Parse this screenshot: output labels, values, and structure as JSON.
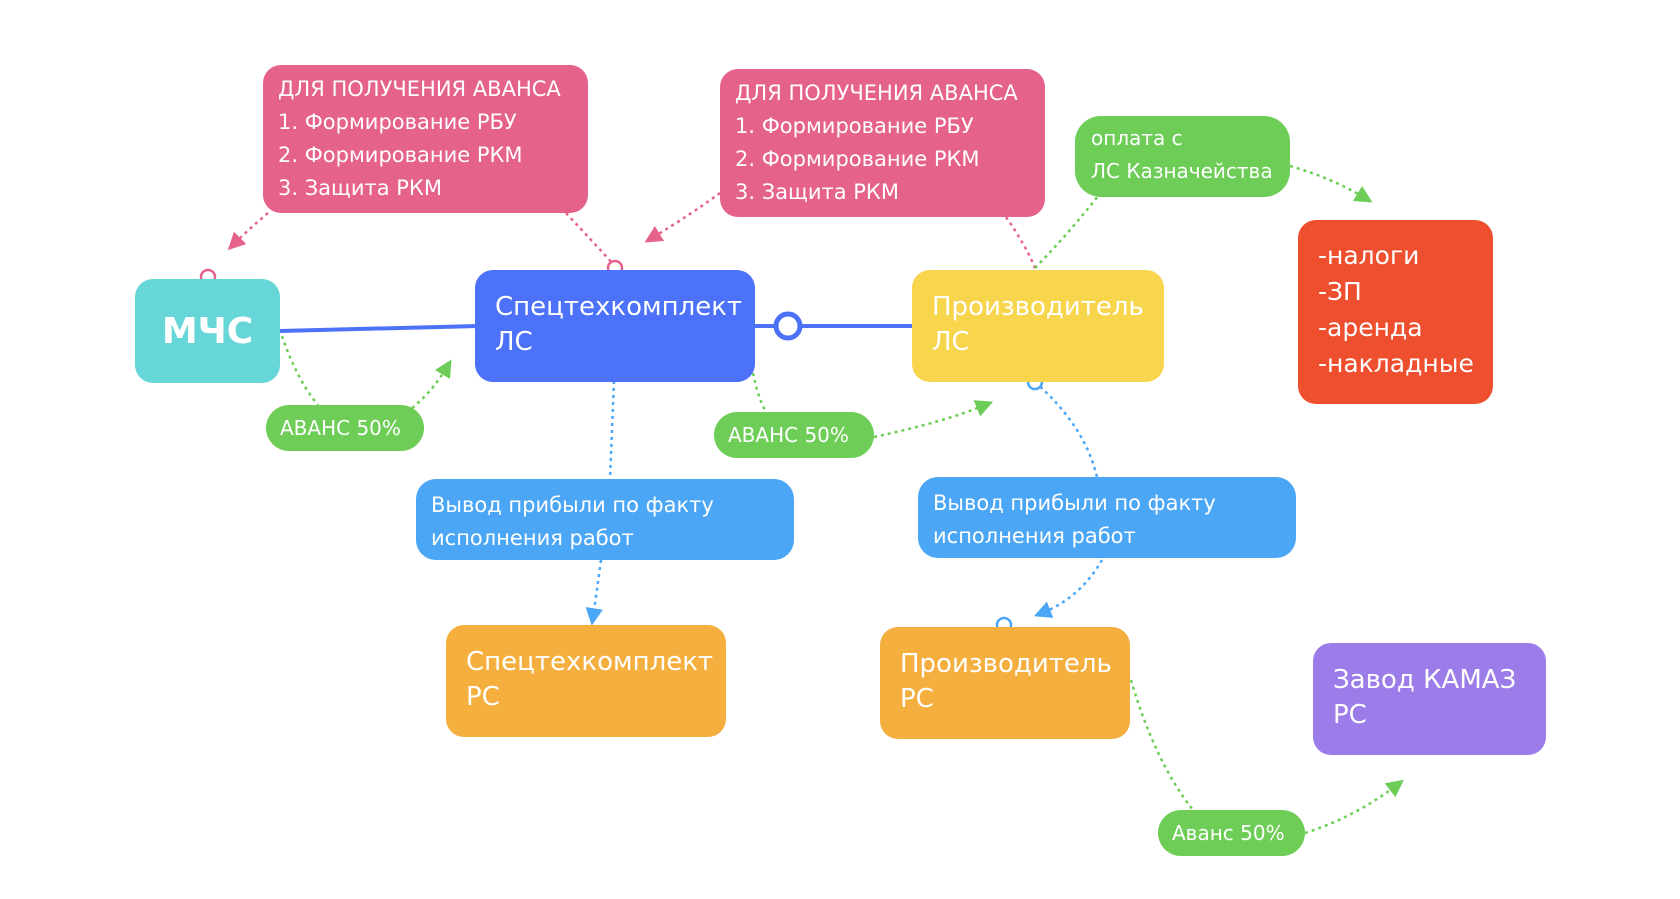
{
  "colors": {
    "teal": "#66D6D8",
    "blue": "#4B72F8",
    "yellow": "#F7D54D",
    "pink": "#E5628A",
    "green": "#6DCD57",
    "light_blue": "#4BA6F6",
    "orange": "#F4AF3E",
    "red": "#EE4F2F",
    "purple": "#9C7CE8"
  },
  "nodes": {
    "mchs": {
      "label": "МЧС"
    },
    "stk_ls": {
      "line1": "Спецтехкомплект",
      "line2": "ЛС"
    },
    "proizv_ls": {
      "line1": "Производитель",
      "line2": "ЛС"
    },
    "note_left": {
      "title": "ДЛЯ ПОЛУЧЕНИЯ АВАНСА",
      "items": [
        "1. Формирование РБУ",
        "2. Формирование РКМ",
        "3. Защита РКМ"
      ]
    },
    "note_center": {
      "title": "ДЛЯ ПОЛУЧЕНИЯ АВАНСА",
      "items": [
        "1. Формирование РБУ",
        "2. Формирование РКМ",
        "3. Защита РКМ"
      ]
    },
    "payment": {
      "line1": "оплата с",
      "line2": "ЛС Казначейства"
    },
    "expenses": {
      "items": [
        "-налоги",
        "-ЗП",
        "-аренда",
        "-накладные"
      ]
    },
    "advance_left": {
      "label": "АВАНС 50%"
    },
    "advance_center": {
      "label": "АВАНС 50%"
    },
    "profit_left": {
      "line1": "Вывод прибыли по факту",
      "line2": "исполнения работ"
    },
    "profit_right": {
      "line1": "Вывод прибыли по факту",
      "line2": "исполнения работ"
    },
    "stk_rs": {
      "line1": "Спецтехкомплект",
      "line2": "РС"
    },
    "proizv_rs": {
      "line1": "Производитель",
      "line2": "РС"
    },
    "kamaz_rs": {
      "line1": "Завод КАМАЗ",
      "line2": "РС"
    },
    "advance_bottom": {
      "label": "Аванс 50%"
    }
  }
}
